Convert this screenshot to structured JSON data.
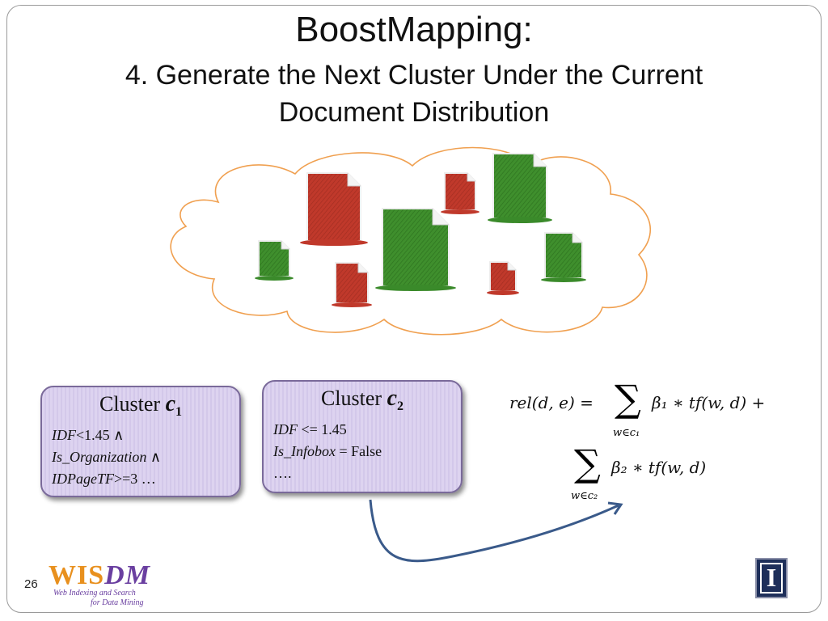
{
  "slide": {
    "title": "BoostMapping:",
    "subtitle_line1": "4. Generate the Next Cluster Under the Current",
    "subtitle_line2": "Document Distribution",
    "page_number": "26"
  },
  "cloud": {
    "outline_color": "#f0a050",
    "documents": [
      {
        "id": "doc-red-large",
        "color": "red",
        "size": "large"
      },
      {
        "id": "doc-red-small-top",
        "color": "red",
        "size": "small"
      },
      {
        "id": "doc-green-large-top",
        "color": "green",
        "size": "large"
      },
      {
        "id": "doc-green-small-left",
        "color": "green",
        "size": "small"
      },
      {
        "id": "doc-green-xlarge-center",
        "color": "green",
        "size": "xlarge"
      },
      {
        "id": "doc-red-small-bottom",
        "color": "red",
        "size": "small"
      },
      {
        "id": "doc-red-tiny-right",
        "color": "red",
        "size": "tiny"
      },
      {
        "id": "doc-green-medium-right",
        "color": "green",
        "size": "medium"
      }
    ],
    "colors": {
      "red": "#c0392b",
      "green": "#3a8a2a"
    }
  },
  "clusters": [
    {
      "label": "Cluster ",
      "var": "c",
      "sub": "1",
      "lines": [
        {
          "italic": "IDF",
          "rest": "<1.45 ∧"
        },
        {
          "italic": "Is_Organization",
          "rest": " ∧"
        },
        {
          "italic": "IDPageTF",
          "rest": ">=3 …"
        }
      ]
    },
    {
      "label": "Cluster ",
      "var": "c",
      "sub": "2",
      "lines": [
        {
          "italic": "IDF",
          "rest": " <= 1.45"
        },
        {
          "italic": "Is_Infobox",
          "rest": " = False"
        },
        {
          "italic": "",
          "rest": "…."
        }
      ]
    }
  ],
  "formula": {
    "lhs": "rel(d, e) = ",
    "term1": "β₁ ∗ tf(w, d) +",
    "under1": "w∈c₁",
    "term2": "β₂ ∗ tf(w, d)",
    "under2": "w∈c₂",
    "sum_symbol": "∑"
  },
  "logo": {
    "main_w": "WIS",
    "main_dm": "DM",
    "sub1": "Web Indexing and Search",
    "sub2": "for Data Mining"
  },
  "uiuc_logo": {
    "letter": "I"
  },
  "arrow_color": "#3a5a8a"
}
